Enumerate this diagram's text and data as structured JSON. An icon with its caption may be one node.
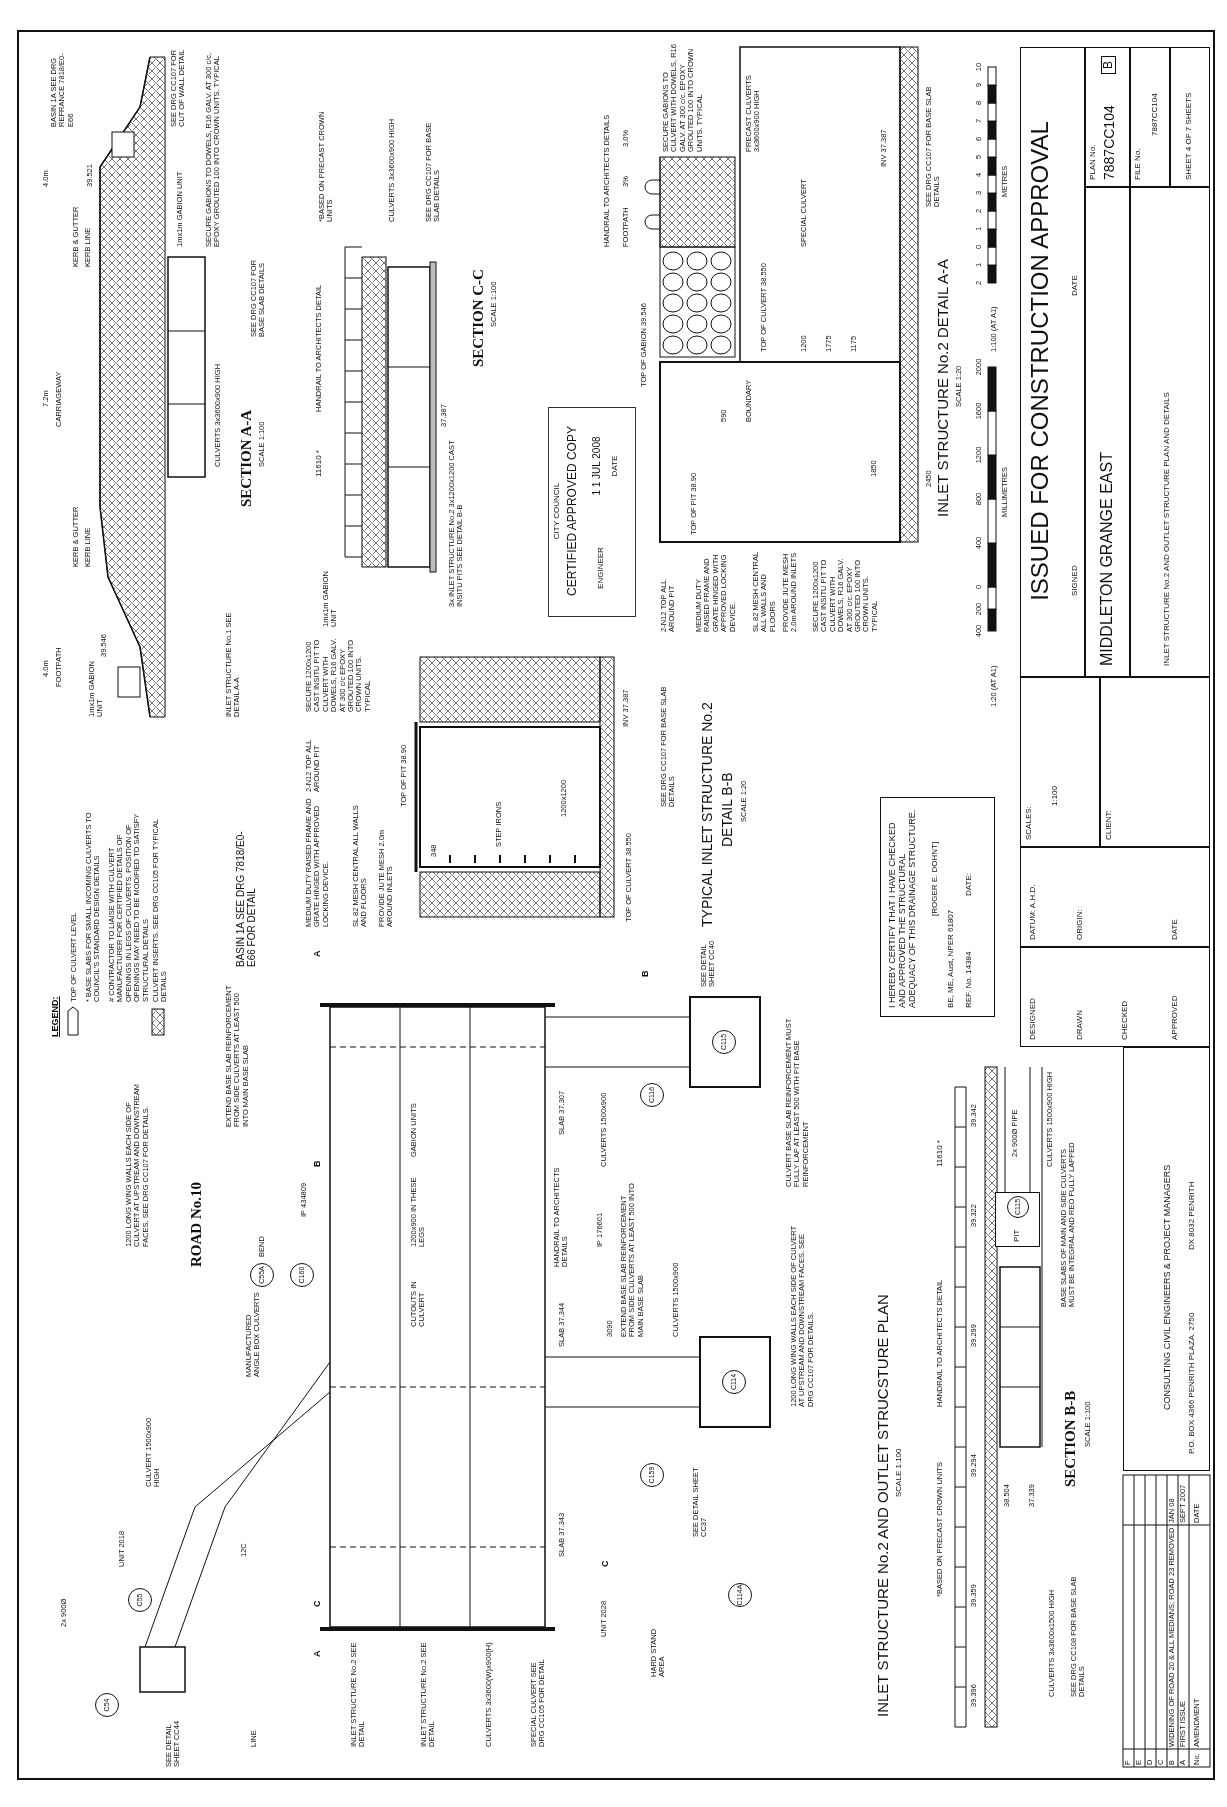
{
  "diagram": {
    "nodes": [
      {
        "text": [
          "I HEREBY CERTIFY THAT I HAVE CHECKED AND APPROVED THE STRUCTURAL ADEQUACY OF THIS DRAINAGE STRUCTURE.",
          "[ROGER E. DOHNT]",
          "BE, ME, Aust, NPER 61807",
          "REF. No. 14384",
          "DATE:"
        ]
      },
      {
        "text": [
          "CITY COUNCIL",
          "CERTIFIED APPROVED COPY",
          "ENGINEER",
          "1 1 JUL 2008",
          "DATE"
        ]
      },
      {
        "text": [
          "ISSUED FOR CONSTRUCTION APPROVAL",
          "SIGNED",
          "DATE"
        ]
      },
      {
        "text": [
          "MIDDLETON GRANGE EAST"
        ]
      },
      {
        "text": [
          "INLET STRUCTURE No.2 AND OUTLET STRUCTURE PLAN AND DETAILS"
        ]
      },
      {
        "text": [
          "PLAN No.",
          "7887CC104",
          "B"
        ]
      },
      {
        "text": [
          "FILE No.",
          "7887CC104"
        ]
      },
      {
        "text": [
          "SHEET 4 OF 7 SHEETS"
        ]
      },
      {
        "text": [
          "SCALES:",
          "1:100"
        ]
      },
      {
        "text": [
          "CLIENT:"
        ]
      },
      {
        "text": [
          "DESIGNED",
          "DRAWN",
          "CHECKED",
          "APPROVED"
        ]
      },
      {
        "text": [
          "DATUM: A.H.D.",
          "ORIGIN:",
          "DATE"
        ]
      },
      {
        "text": [
          "CONSULTING CIVIL ENGINEERS & PROJECT MANAGERS",
          "P.O. BOX 4366 PENRITH PLAZA. 2750",
          "DX 8032 PENRITH"
        ]
      },
      {
        "text": [
          "PIT"
        ]
      },
      {
        "text": [
          "C115"
        ],
        "in": 13
      },
      {
        "text": [
          "C54"
        ]
      },
      {
        "text": [
          "C55"
        ]
      },
      {
        "text": [
          "C55A"
        ]
      },
      {
        "text": [
          "C160"
        ]
      },
      {
        "text": [
          "C159"
        ]
      },
      {
        "text": [
          "C114"
        ]
      },
      {
        "text": [
          "C114A"
        ]
      },
      {
        "text": [
          "C116"
        ]
      },
      {
        "text": [
          "C115"
        ]
      }
    ],
    "labels": [
      "INLET STRUCTURE No.2 AND OUTLET STRUCSTURE PLAN",
      "SCALE 1:100",
      "ROAD No.10",
      "1200 LONG WING WALLS EACH SIDE OF CULVERT AT UPSTREAM AND DOWNSTREAM FACES. SEE DRG CC107 FOR DETAILS.",
      "BASIN 1A SEE DRG 7818/E0-E66 FOR DETAIL",
      "EXTEND BASE SLAB REINFORCEMENT FROM SIDE CULVERTS AT LEAST 500 INTO MAIN BASE SLAB",
      "UNIT 2018",
      "CULVERT 1500x900 HIGH",
      "MANUFACTURED ANGLE BOX CULVERTS",
      "BEND",
      "IP 434809",
      "SEE DETAIL SHEET CC44",
      "2x 900Ø",
      "12C",
      "LINE",
      "CUTOUTS IN CULVERT",
      "1200x900 IN THESE LEGS",
      "GABION UNITS",
      "SLAB 37.343",
      "SLAB 37.344",
      "HANDRAIL TO ARCHITECTS DETAILS",
      "IP 176601",
      "SLAB 37.307",
      "CULVERTS 1500x900",
      "CULVERTS 1500x900",
      "3090",
      "EXTEND BASE SLAB REINFORCEMENT FROM SIDE CULVERTS AT LEAST 500 INTO MAIN BASE SLAB",
      "1200 LONG WING WALLS EACH SIDE OF CULVERT AT UPSTREAM AND DOWNSTREAM FACES. SEE DRG CC107 FOR DETAILS.",
      "CULVERT BASE SLAB REINFORCEMENT MUST FULLY LAP AT LEAST 500 WITH PIT BASE REINFORCEMENT",
      "SEE DETAIL SHEET CC40",
      "SEE DETAIL SHEET CC37",
      "HARD STAND AREA",
      "UNIT 2028",
      "INLET STRUCTURE No.2 SEE DETAIL",
      "INLET STRUCTURE No.2 SEE DETAIL",
      "CULVERTS 3x3600(W)x900(H)",
      "SPECIAL CULVERT SEE DRG CC105 FOR DETAIL",
      "A",
      "A",
      "B",
      "B",
      "C",
      "C",
      "LEGEND:",
      "SECTION B-B",
      "SCALE 1:100",
      "*BASED ON PRECAST CROWN UNITS",
      "HANDRAIL TO ARCHITECTS DETAIL",
      "11610 *",
      "39.396",
      "39.359",
      "39.294",
      "39.299",
      "39.322",
      "39.342",
      "38.504",
      "37.339",
      "2x 900Ø PIPE",
      "CULVERTS 1500x900 HIGH",
      "BASE SLABS OF MAIN AND SIDE CULVERTS MUST BE INTEGRAL AND REO FULLY LAPPED",
      "CULVERTS 3x3600x1500 HIGH",
      "SEE DRG CC108 FOR BASE SLAB DETAILS",
      "TYPICAL INLET STRUCTURE No.2",
      "DETAIL B-B",
      "SCALE 1:20",
      "MEDIUM DUTY RAISED FRAME AND GRATE HINGED WITH APPROVED LOCKING DEVICE.",
      "2-N12 TOP ALL AROUND PIT",
      "SECURE 1200x1200 CAST INSITU PIT TO CULVERT WITH DOWELS, R16 GALV. AT 300 c/c EPOXY GROUTED 100 INTO CROWN UNITS. TYPICAL",
      "SL 82 MESH CENTRAL ALL WALLS AND FLOORS",
      "PROVIDE JUTE MESH 2.0m AROUND INLETS",
      "TOP OF PIT 38.90",
      "348",
      "STEP IRONS",
      "1200x1200",
      "TOP OF CULVERT 38.550",
      "INV 37.387",
      "SEE DRG CC107 FOR BASE SLAB DETAILS",
      "SECTION A-A",
      "SCALE 1:100",
      "4.0m",
      "FOOTPATH",
      "7.2m",
      "CARRIAGEWAY",
      "4.0m",
      "KERB & GUTTER",
      "KERB LINE",
      "KERB & GUTTER",
      "KERB LINE",
      "BASIN 1A SEE DRG REFRANCE 7818/E0-E66",
      "SEE DRG CC107 FOR CUT OF WALL DETAIL",
      "1mx1m GABION UNIT",
      "1mx1m GABION UNIT",
      "SECURE GABIONS TO DOWELS, R16 GALV. AT 300 c/c, EPOXY GROUTED 100 INTO CROWN UNITS. TYPICAL",
      "CULVERTS 3x3600x900 HIGH",
      "SEE DRG CC107 FOR BASE SLAB DETAILS",
      "INLET STRUCTURE No.1 SEE DETAIL A-A",
      "39.546",
      "39.521",
      "SECTION C-C",
      "SCALE 1:100",
      "11610 *",
      "HANDRAIL TO ARCHITECTS DETAIL",
      "*BASED ON PRECAST CROWN UNITS",
      "CULVERTS 3x3600x900 HIGH",
      "SEE DRG CC107 FOR BASE SLAB DETAILS",
      "1mx1m GABION UNIT",
      "3x INLET STRUCTURE No.2 3x1200x1200 CAST INSITU PITS SEE DETAIL B-B",
      "37.387",
      "INLET STRUCTURE No.2 DETAIL A-A",
      "SCALE 1:20",
      "HANDRAIL TO ARCHITECTS DETAILS",
      "FOOTPATH",
      "3%",
      "3.0%",
      "TOP OF GABION 39.546",
      "BOUNDARY",
      "590",
      "2-N12 TOP ALL AROUND PIT",
      "MEDIUM DUTY RAISED FRAME AND GRATE HINGED WITH APPROVED LOCKING DEVICE.",
      "SL 82 MESH CENTRAL ALL WALLS AND FLOORS",
      "PROVIDE JUTE MESH 2.0m AROUND INLETS",
      "SECURE 1200x1200 CAST INSITU PIT TO CULVERT WITH DOWELS, R16 GALV. AT 300 c/c. EPOXY GROUTED 100 INTO CROWN UNITS. TYPICAL",
      "TOP OF PIT 38.90",
      "1850",
      "2450",
      "TOP OF CULVERT 38.550",
      "1200",
      "1775",
      "1175",
      "SPECIAL CULVERT",
      "INV 37.387",
      "PRECAST CULVERTS 3x3600x900 HIGH",
      "SECURE GABIONS TO CULVERT WITH DOWELS, R16 GALV. AT 300 c/c. EPOXY GROUTED 100 INTO CROWN UNITS. TYPICAL",
      "SEE DRG CC107 FOR BASE SLAB DETAILS",
      "1:20 (AT A1)",
      "400",
      "200",
      "0",
      "400",
      "800",
      "1200",
      "1600",
      "2000",
      "MILLIMETRES",
      "1:100 (AT A1)",
      "2",
      "1",
      "0",
      "1",
      "2",
      "3",
      "4",
      "5",
      "6",
      "7",
      "8",
      "9",
      "10",
      "METRES",
      "F",
      "E",
      "D",
      "C",
      "B",
      "WIDENING OF ROAD 20 & ALL MEDIANS; ROAD 23 REMOVED",
      "JAN 08",
      "A",
      "FIRST ISSUE",
      "SEPT 2007",
      "No.",
      "AMENDMENT",
      "DATE"
    ],
    "legend": [
      {
        "text": "TOP OF CULVERT LEVEL"
      },
      {
        "text": "* BASE SLABS FOR SMALL INCOMING CULVERTS TO COUNCIL'S STANDARD DESIGN DETAILS"
      },
      {
        "text": "# CONTRACTOR TO LIAISE WITH CULVERT MANUFACTURER FOR CERTIFIED DETAILS OF OPENINGS IN LEGS OF CULVERTS. POSITION OF OPENINGS MAY NEED TO BE MODIFIED TO SATISFY STRUCTURAL DETAILS"
      },
      {
        "text": "CULVERT INSERTS. SEE DRG CC105 FOR TYPICAL DETAILS"
      }
    ]
  }
}
